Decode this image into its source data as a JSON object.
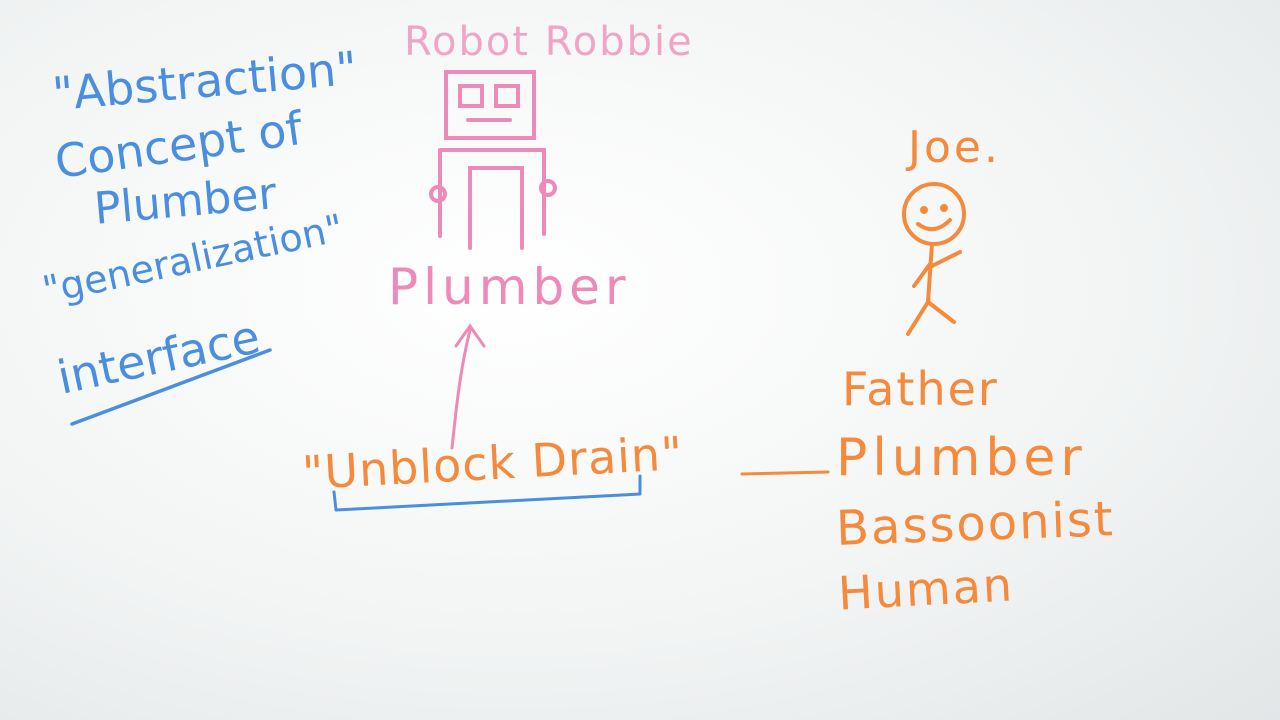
{
  "board": {
    "colors": {
      "blue": "#4a8ee0",
      "pink": "#ee8ab8",
      "orange": "#f58a3c"
    },
    "left_notes": {
      "abstraction": "\"Abstraction\"",
      "concept_of": "Concept of",
      "plumber": "Plumber",
      "generalization": "\"generalization\"",
      "interface": "interface"
    },
    "robot": {
      "title": "Robot Robbie",
      "role": "Plumber"
    },
    "action": "\"Unblock Drain\"",
    "person": {
      "name": "Joe.",
      "roles": [
        "Father",
        "Plumber",
        "Bassoonist",
        "Human"
      ]
    }
  }
}
